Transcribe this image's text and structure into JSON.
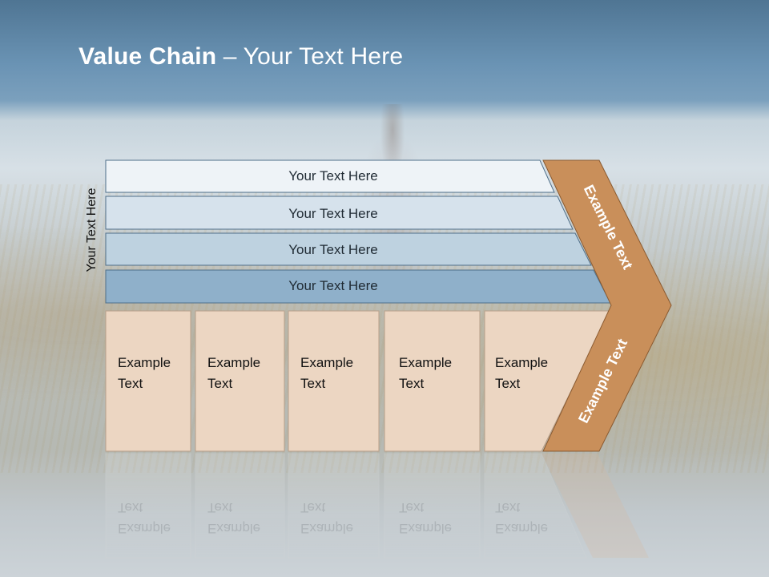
{
  "title": {
    "bold": "Value Chain",
    "rest": " – Your Text Here"
  },
  "side_label": "Your Text Here",
  "bars": [
    {
      "label": "Your Text Here",
      "fill": "#eef3f7"
    },
    {
      "label": "Your Text Here",
      "fill": "#d6e2ec"
    },
    {
      "label": "Your Text Here",
      "fill": "#bed2e0"
    },
    {
      "label": "Your Text Here",
      "fill": "#8fb0ca"
    }
  ],
  "cells": [
    {
      "line1": "Example",
      "line2": "Text"
    },
    {
      "line1": "Example",
      "line2": "Text"
    },
    {
      "line1": "Example",
      "line2": "Text"
    },
    {
      "line1": "Example",
      "line2": "Text"
    },
    {
      "line1": "Example",
      "line2": "Text"
    }
  ],
  "chevron": {
    "upper_label": "Example Text",
    "lower_label": "Example Text",
    "fill": "#c98f5a"
  },
  "colors": {
    "cell_fill": "#ecd6c2",
    "cell_border": "#b9a08a",
    "bar_border": "#4f6f8a"
  }
}
